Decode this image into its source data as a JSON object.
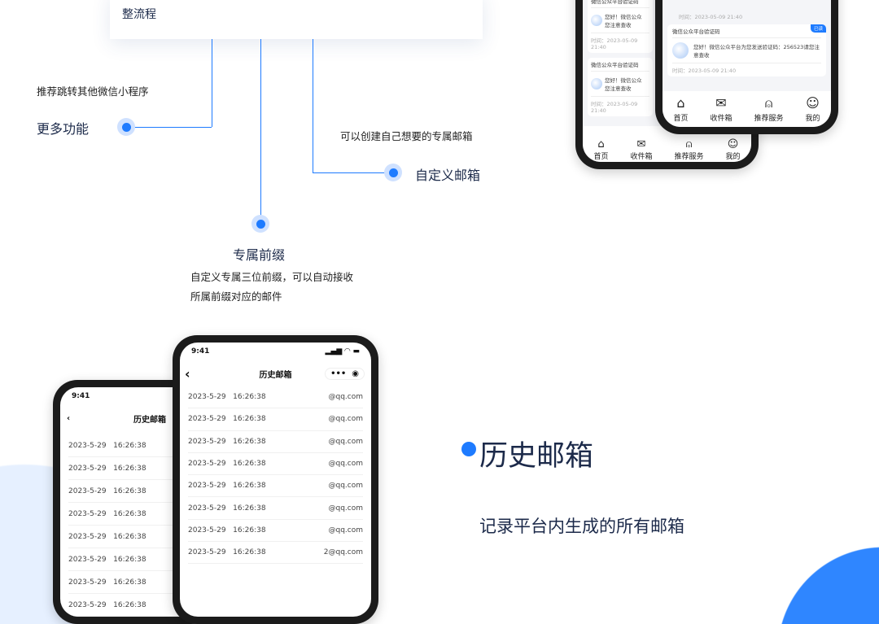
{
  "top_card": {
    "text": "整流程"
  },
  "features": [
    {
      "title": "更多功能",
      "desc": "推荐跳转其他微信小程序"
    },
    {
      "title": "自定义邮箱",
      "desc": "可以创建自己想要的专属邮箱"
    },
    {
      "title": "专属前缀",
      "desc_lines": [
        "自定义专属三位前缀，可以自动接收",
        "所属前缀对应的邮件"
      ]
    }
  ],
  "inbox_phone": {
    "message_title": "微信公众平台验证码",
    "message_body": "您好！微信公众平台为您发送验证码：256523请您注意查收",
    "message_body_short": "您好！微信公众",
    "message_body_2": "您注意查收",
    "time": "时间：2023-05-09 21:40",
    "badge": "已读",
    "tabs": [
      "首页",
      "收件箱",
      "推荐服务",
      "我的"
    ]
  },
  "history_phone": {
    "time": "9:41",
    "title": "历史邮箱",
    "rows": [
      {
        "date": "2023-5-29",
        "clock": "16:26:38",
        "email": "@qq.com"
      },
      {
        "date": "2023-5-29",
        "clock": "16:26:38",
        "email": "@qq.com"
      },
      {
        "date": "2023-5-29",
        "clock": "16:26:38",
        "email": "@qq.com"
      },
      {
        "date": "2023-5-29",
        "clock": "16:26:38",
        "email": "@qq.com"
      },
      {
        "date": "2023-5-29",
        "clock": "16:26:38",
        "email": "@qq.com"
      },
      {
        "date": "2023-5-29",
        "clock": "16:26:38",
        "email": "@qq.com"
      },
      {
        "date": "2023-5-29",
        "clock": "16:26:38",
        "email": "@qq.com"
      },
      {
        "date": "2023-5-29",
        "clock": "16:26:38",
        "email": "2@qq.com"
      }
    ]
  },
  "section": {
    "heading": "历史邮箱",
    "subheading": "记录平台内生成的所有邮箱"
  },
  "colors": {
    "accent": "#1e7bff",
    "text": "#1c2a4a"
  }
}
